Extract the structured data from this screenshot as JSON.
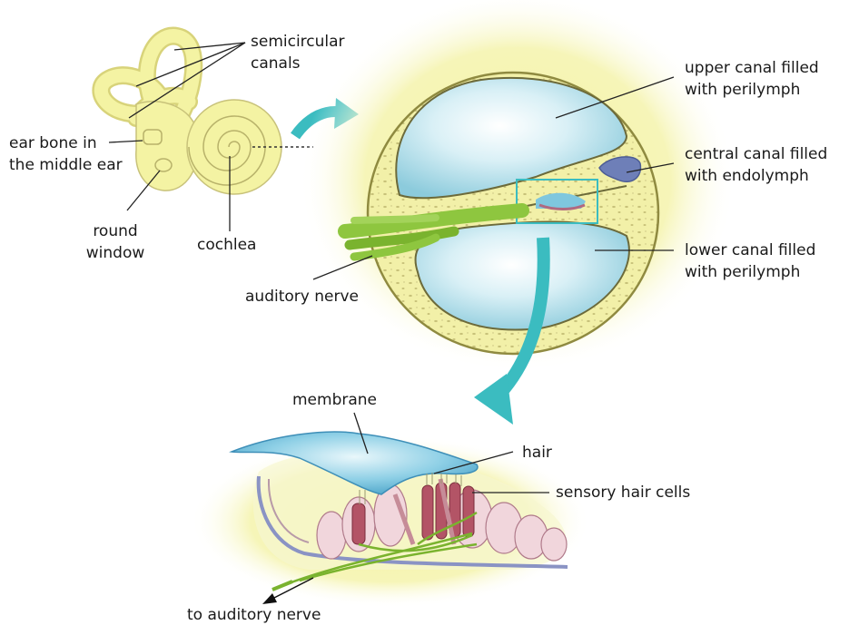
{
  "labels": {
    "semicircular_canals": [
      "semicircular",
      "canals"
    ],
    "ear_bone": [
      "ear bone in",
      "the middle ear"
    ],
    "round_window": [
      "round",
      "window"
    ],
    "cochlea": "cochlea",
    "auditory_nerve": "auditory nerve",
    "upper_canal": [
      "upper canal filled",
      "with perilymph"
    ],
    "central_canal": [
      "central canal filled",
      "with endolymph"
    ],
    "lower_canal": [
      "lower canal filled",
      "with perilymph"
    ],
    "membrane": "membrane",
    "hair": "hair",
    "sensory_hair_cells": "sensory hair cells",
    "to_auditory_nerve": "to auditory nerve"
  },
  "colors": {
    "bone_yellow": "#f4f3a3",
    "halo_yellow": "#f7f6c4",
    "fluid_blue": "#bfe6f0",
    "endolymph_blue": "#6e7fb8",
    "nerve_green": "#8ec63f",
    "arrow_teal": "#3bbcc0",
    "hair_cell_red": "#c98a9a"
  }
}
